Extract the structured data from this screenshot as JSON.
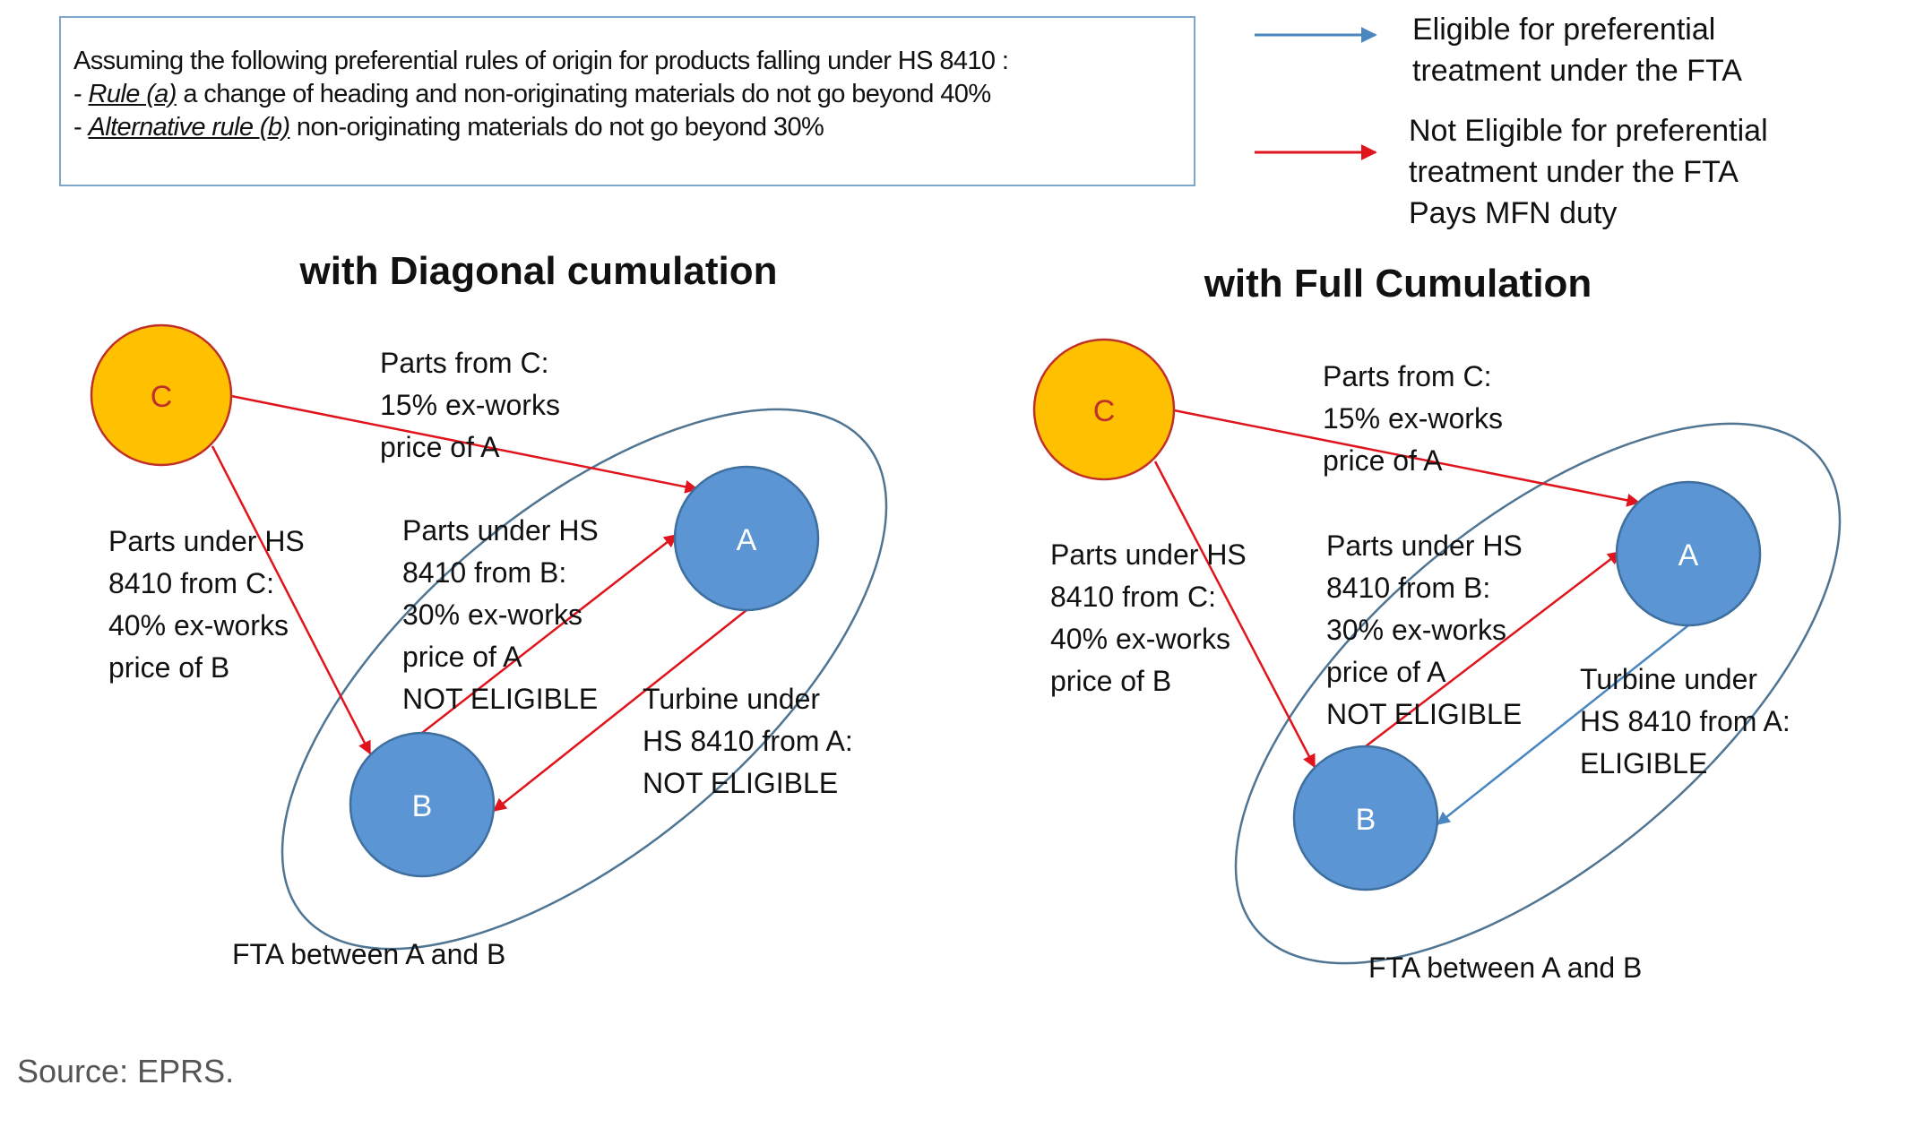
{
  "colors": {
    "eligible_arrow": "#4a86c0",
    "not_eligible_arrow": "#e0141c",
    "node_third_country": "#ffc000",
    "node_third_country_border": "#c0302a",
    "node_fta_member": "#5b95d3",
    "node_fta_member_border": "#3f6f9e",
    "fta_boundary": "#4f7593",
    "rule_box_border": "#7ea6c8"
  },
  "rules_box": {
    "intro": "Assuming the following preferential rules of origin for products falling under HS 8410 :",
    "rule_a_prefix": " - ",
    "rule_a_label": "Rule (a)",
    "rule_a_text": " a change of heading  and non-originating materials do not go beyond 40%",
    "rule_b_prefix": "-  ",
    "rule_b_label": "Alternative rule (b)",
    "rule_b_text": " non-originating materials do not go beyond 30%"
  },
  "legend": {
    "eligible": {
      "line1": "Eligible for preferential",
      "line2": "treatment under the FTA"
    },
    "not_eligible": {
      "line1": "Not Eligible for preferential",
      "line2": "treatment under the FTA",
      "line3": "Pays MFN duty"
    }
  },
  "panels": [
    {
      "title": "with Diagonal cumulation",
      "nodes": {
        "c": "C",
        "a": "A",
        "b": "B"
      },
      "fta_label": "FTA between A and B",
      "labels": {
        "c_to_a": "Parts from C:\n15% ex-works\nprice of A",
        "c_to_b": "Parts under HS\n8410 from C:\n40% ex-works\nprice of B",
        "b_to_a": "Parts under HS\n8410 from B:\n30% ex-works\nprice of A\nNOT ELIGIBLE",
        "a_to_b": "Turbine under\nHS 8410 from A:\nNOT ELIGIBLE"
      },
      "arrows": {
        "c_to_a": "not_eligible",
        "c_to_b": "not_eligible",
        "b_to_a": "not_eligible",
        "a_to_b": "not_eligible"
      }
    },
    {
      "title": "with Full Cumulation",
      "nodes": {
        "c": "C",
        "a": "A",
        "b": "B"
      },
      "fta_label": "FTA between A and B",
      "labels": {
        "c_to_a": "Parts from C:\n15% ex-works\nprice of A",
        "c_to_b": "Parts under HS\n8410 from C:\n40% ex-works\nprice of B",
        "b_to_a": "Parts under HS\n8410 from B:\n30% ex-works\nprice of A\nNOT ELIGIBLE",
        "a_to_b": "Turbine under\nHS 8410 from A:\nELIGIBLE"
      },
      "arrows": {
        "c_to_a": "not_eligible",
        "c_to_b": "not_eligible",
        "b_to_a": "not_eligible",
        "a_to_b": "eligible"
      }
    }
  ],
  "source": "Source: EPRS."
}
